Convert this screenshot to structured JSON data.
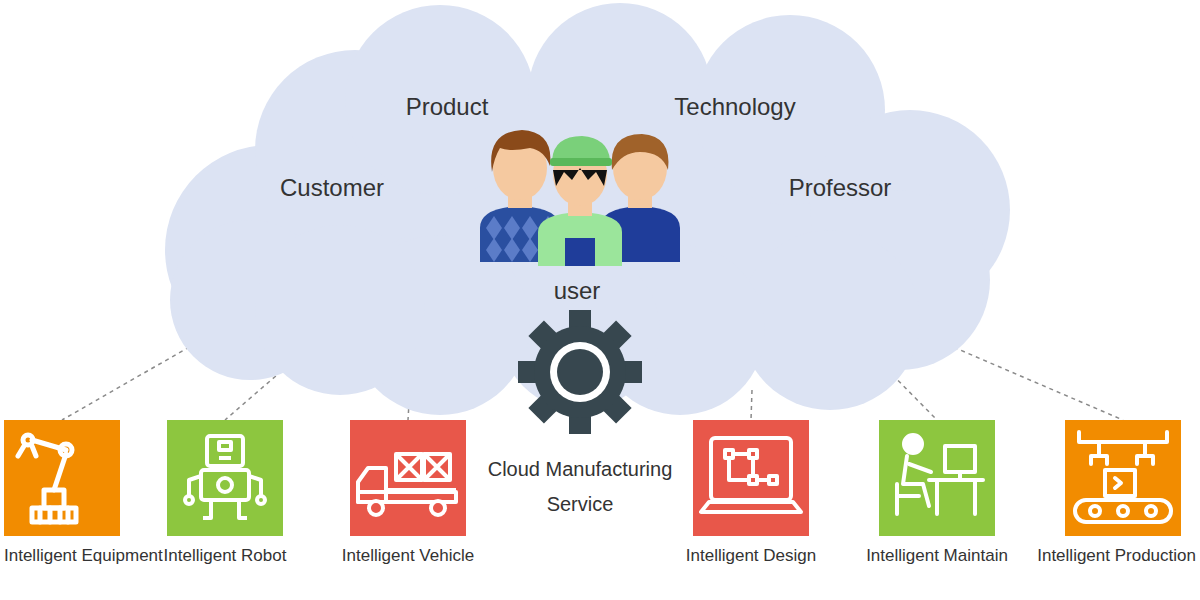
{
  "diagram": {
    "nodes": [
      {
        "text": [
          "Product",
          "Technology",
          "Customer",
          "Professor",
          "user"
        ]
      },
      {
        "text": [
          "Intelligent Equipment"
        ]
      },
      {
        "text": [
          "Intelligent Robot"
        ]
      },
      {
        "text": [
          "Intelligent Vehicle"
        ]
      },
      {
        "text": [
          "Intelligent Design"
        ]
      },
      {
        "text": [
          "Intelligent Maintain"
        ]
      },
      {
        "text": [
          "Intelligent Production"
        ]
      }
    ],
    "edges": [
      {
        "from": 0,
        "to": 1,
        "arrow": "none"
      },
      {
        "from": 0,
        "to": 2,
        "arrow": "none"
      },
      {
        "from": 0,
        "to": 3,
        "arrow": "none"
      },
      {
        "from": 0,
        "to": 4,
        "arrow": "none"
      },
      {
        "from": 0,
        "to": 5,
        "arrow": "none"
      },
      {
        "from": 0,
        "to": 6,
        "arrow": "none"
      }
    ],
    "labels": [
      "Cloud Manufacturing Service"
    ]
  }
}
